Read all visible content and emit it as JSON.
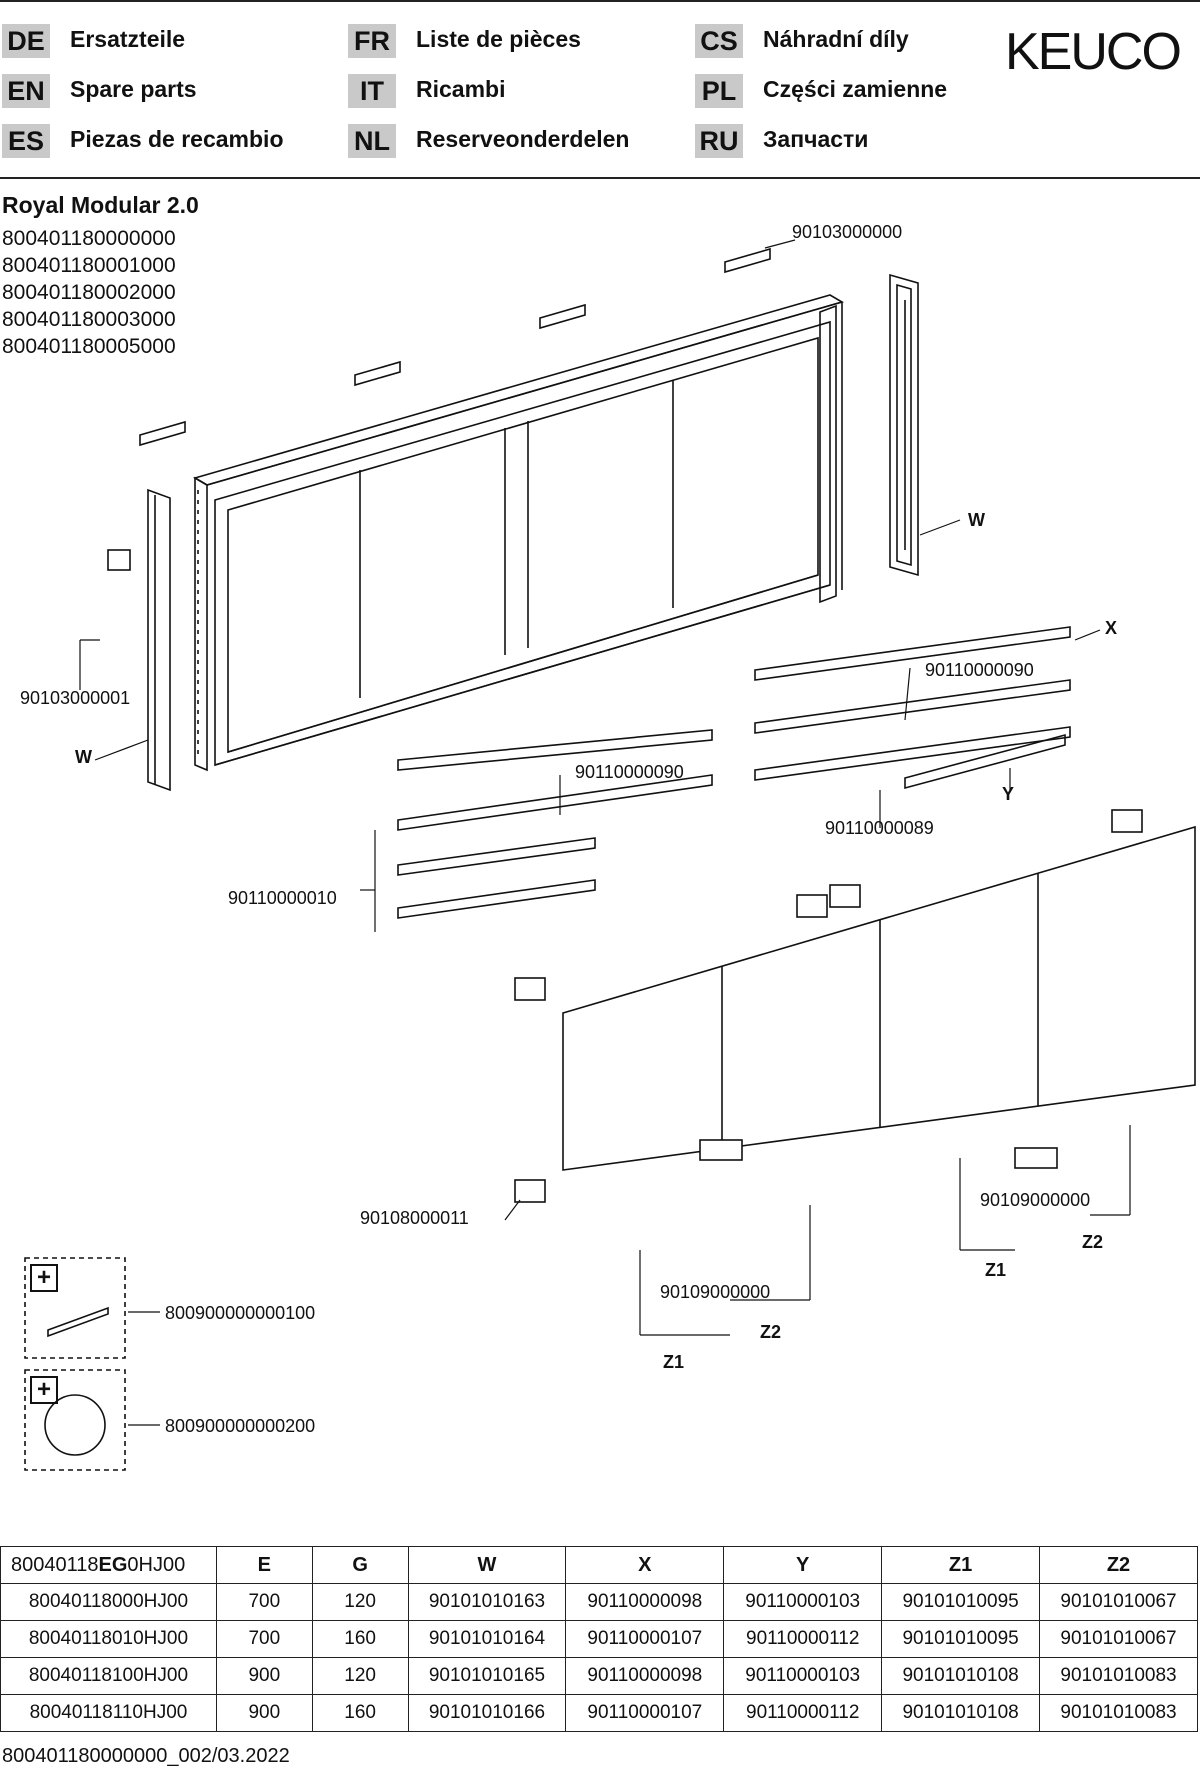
{
  "header": {
    "languages": [
      {
        "code": "DE",
        "name": "Ersatzteile"
      },
      {
        "code": "EN",
        "name": "Spare parts"
      },
      {
        "code": "ES",
        "name": "Piezas de recambio"
      },
      {
        "code": "FR",
        "name": "Liste de pièces"
      },
      {
        "code": "IT",
        "name": "Ricambi"
      },
      {
        "code": "NL",
        "name": "Reserveonderdelen"
      },
      {
        "code": "CS",
        "name": "Náhradní díly"
      },
      {
        "code": "PL",
        "name": "Części zamienne"
      },
      {
        "code": "RU",
        "name": "Запчасти"
      }
    ],
    "logo": "KEUCO"
  },
  "model": {
    "title": "Royal Modular 2.0",
    "articles": [
      "800401180000000",
      "800401180001000",
      "800401180002000",
      "800401180003000",
      "800401180005000"
    ]
  },
  "callouts": {
    "top_right_part": "90103000000",
    "w_right": "W",
    "x_label": "X",
    "left_part": "90103000001",
    "w_left": "W",
    "shelf_clip_right": "90110000090",
    "shelf_clip_left": "90110000090",
    "shelf_support": "90110000089",
    "y_label": "Y",
    "glass_shelves": "90110000010",
    "hinge": "90108000011",
    "bracket_right": "90109000000",
    "z1_right": "Z1",
    "z2_right": "Z2",
    "bracket_left": "90109000000",
    "z1_left": "Z1",
    "z2_left": "Z2",
    "accessory_1": "800900000000100",
    "accessory_2": "800900000000200",
    "plus_symbol": "+"
  },
  "table": {
    "header_prefix": "80040118",
    "header_bold": "EG",
    "header_suffix": "0HJ00",
    "columns": [
      "E",
      "G",
      "W",
      "X",
      "Y",
      "Z1",
      "Z2"
    ],
    "rows": [
      [
        "80040118000HJ00",
        "700",
        "120",
        "90101010163",
        "90110000098",
        "90110000103",
        "90101010095",
        "90101010067"
      ],
      [
        "80040118010HJ00",
        "700",
        "160",
        "90101010164",
        "90110000107",
        "90110000112",
        "90101010095",
        "90101010067"
      ],
      [
        "80040118100HJ00",
        "900",
        "120",
        "90101010165",
        "90110000098",
        "90110000103",
        "90101010108",
        "90101010083"
      ],
      [
        "80040118110HJ00",
        "900",
        "160",
        "90101010166",
        "90110000107",
        "90110000112",
        "90101010108",
        "90101010083"
      ]
    ]
  },
  "footer": "800401180000000_002/03.2022"
}
